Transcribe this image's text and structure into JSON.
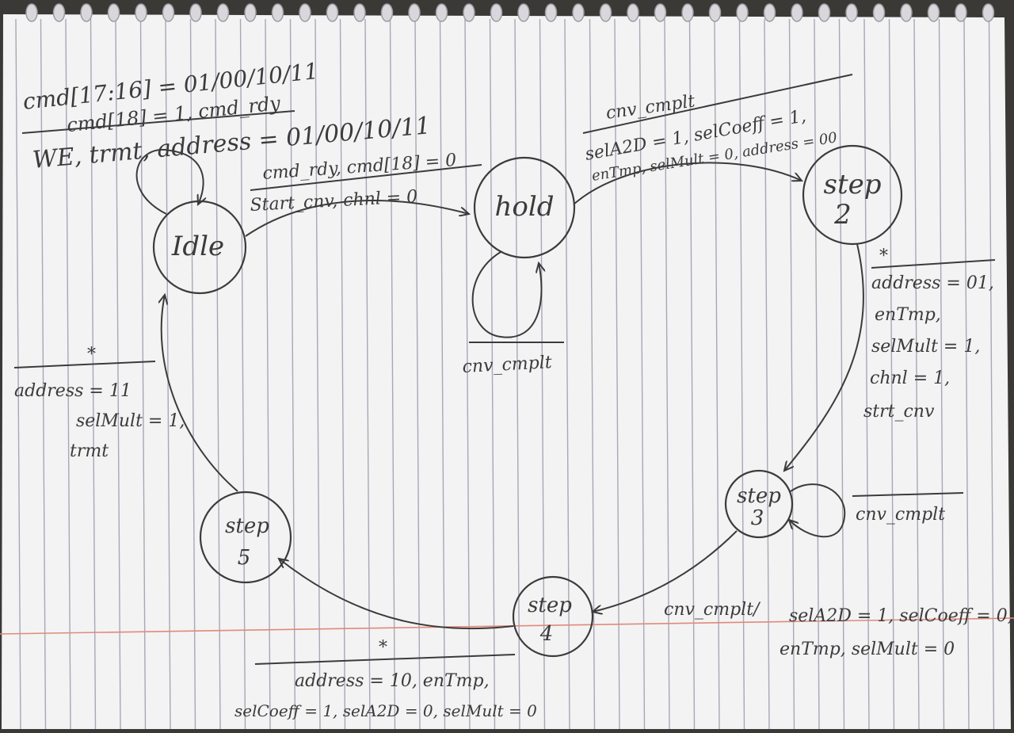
{
  "states": {
    "idle": {
      "label": "Idle"
    },
    "hold": {
      "label": "hold"
    },
    "step2": {
      "line1": "step",
      "line2": "2"
    },
    "step3": {
      "line1": "step",
      "line2": "3"
    },
    "step4": {
      "line1": "step",
      "line2": "4"
    },
    "step5": {
      "line1": "step",
      "line2": "5"
    }
  },
  "top_left_label": {
    "line1": "cmd[17:16] = 01/00/10/11",
    "line2": "cmd[18] = 1, cmd_rdy",
    "line3": "WE, trmt, address = 01/00/10/11"
  },
  "idle_to_hold": {
    "condition": "cmd_rdy, cmd[18] = 0",
    "action": "Start_cnv, chnl = 0"
  },
  "hold_self": {
    "condition": "cnv_cmplt"
  },
  "hold_to_step2": {
    "condition": "cnv_cmplt",
    "action1": "selA2D = 1, selCoeff = 1,",
    "action2": "enTmp, selMult = 0, address = 00"
  },
  "step2_to_step3": {
    "marker": "*",
    "line1": "address = 01,",
    "line2": "enTmp,",
    "line3": "selMult = 1,",
    "line4": "chnl = 1,",
    "line5": "strt_cnv"
  },
  "step3_self": {
    "condition": "cnv_cmplt"
  },
  "step3_to_step4": {
    "condition": "cnv_cmplt/",
    "action1": "selA2D = 1, selCoeff = 0,",
    "action2": "enTmp, selMult = 0"
  },
  "step4_to_step5": {
    "marker": "*",
    "line1": "address = 10, enTmp,",
    "line2": "selCoeff = 1, selA2D = 0, selMult = 0"
  },
  "step5_to_idle": {
    "marker": "*",
    "line1": "address = 11",
    "line2": "selMult = 1,",
    "line3": "trmt"
  },
  "colors": {
    "paper": "#f3f3f4",
    "ink": "#3b3b3b",
    "rule_line": "#8f8ea0",
    "margin_line": "#e08a7a",
    "background": "#3a3936",
    "spiral": "#d8d8dc"
  }
}
